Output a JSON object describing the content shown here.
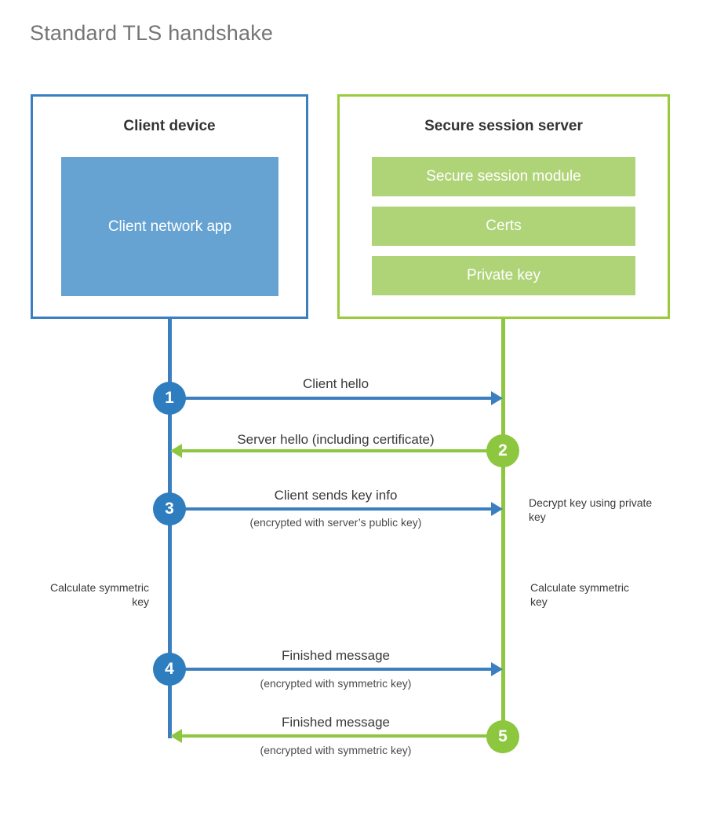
{
  "title": "Standard TLS handshake",
  "entities": {
    "client": {
      "title": "Client device",
      "inner_label": "Client network app",
      "border_color": "#3C7FC0",
      "fill_color": "#66A3D2"
    },
    "server": {
      "title": "Secure session server",
      "border_color": "#9ACB3B",
      "bar_color": "#AFD478",
      "bars": [
        {
          "label": "Secure session module"
        },
        {
          "label": "Certs"
        },
        {
          "label": "Private key"
        }
      ]
    }
  },
  "colors": {
    "blue": "#3C7FC0",
    "blue_circle": "#2E7DBE",
    "green": "#8DC63F",
    "green_light": "#AFD478",
    "title_gray": "#757575",
    "text_dark": "#3A3A3A"
  },
  "steps": [
    {
      "number": "1",
      "label": "Client hello",
      "sublabel": "",
      "direction": "client-to-server",
      "color": "blue"
    },
    {
      "number": "2",
      "label": "Server hello (including certificate)",
      "sublabel": "",
      "direction": "server-to-client",
      "color": "green"
    },
    {
      "number": "3",
      "label": "Client sends key info",
      "sublabel": "(encrypted with server’s public key)",
      "direction": "client-to-server",
      "color": "blue"
    },
    {
      "number": "4",
      "label": "Finished message",
      "sublabel": "(encrypted with symmetric key)",
      "direction": "client-to-server",
      "color": "blue"
    },
    {
      "number": "5",
      "label": "Finished message",
      "sublabel": "(encrypted with symmetric key)",
      "direction": "server-to-client",
      "color": "green"
    }
  ],
  "annotations": {
    "server_decrypt": "Decrypt key using private key",
    "client_calculate": "Calculate symmetric key",
    "server_calculate": "Calculate symmetric key"
  }
}
